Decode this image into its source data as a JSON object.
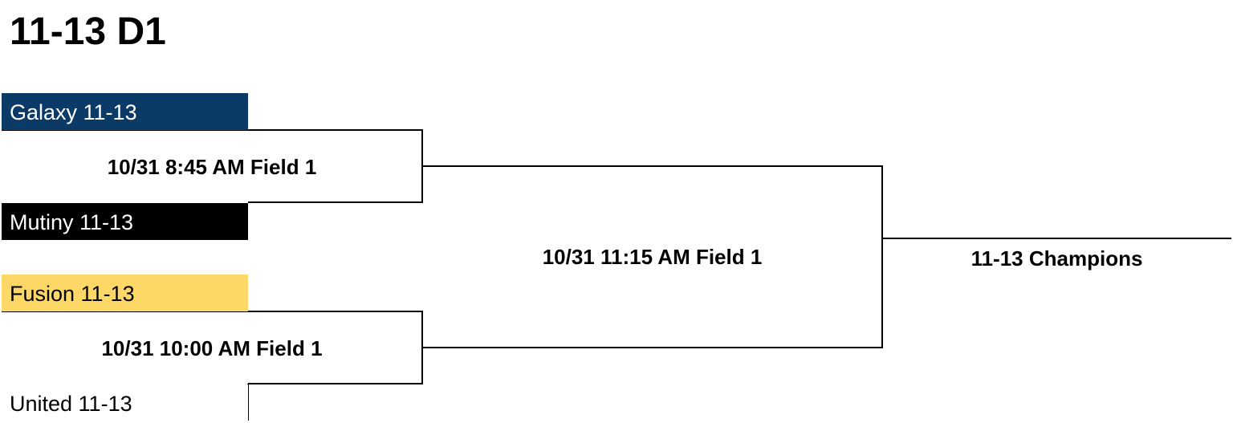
{
  "bracket": {
    "title": "11-13 D1",
    "teams": [
      {
        "name": "Galaxy 11-13",
        "fill": "#0b3a66",
        "text_color": "#ffffff"
      },
      {
        "name": "Mutiny 11-13",
        "fill": "#000000",
        "text_color": "#ffffff"
      },
      {
        "name": "Fusion 11-13",
        "fill": "#fdd866",
        "text_color": "#000000"
      },
      {
        "name": "United 11-13",
        "fill": "#ffffff",
        "text_color": "#000000"
      }
    ],
    "games": {
      "semifinal_1": "10/31 8:45 AM Field 1",
      "semifinal_2": "10/31 10:00 AM Field 1",
      "final": "10/31 11:15 AM Field 1"
    },
    "champion_label": "11-13 Champions"
  }
}
